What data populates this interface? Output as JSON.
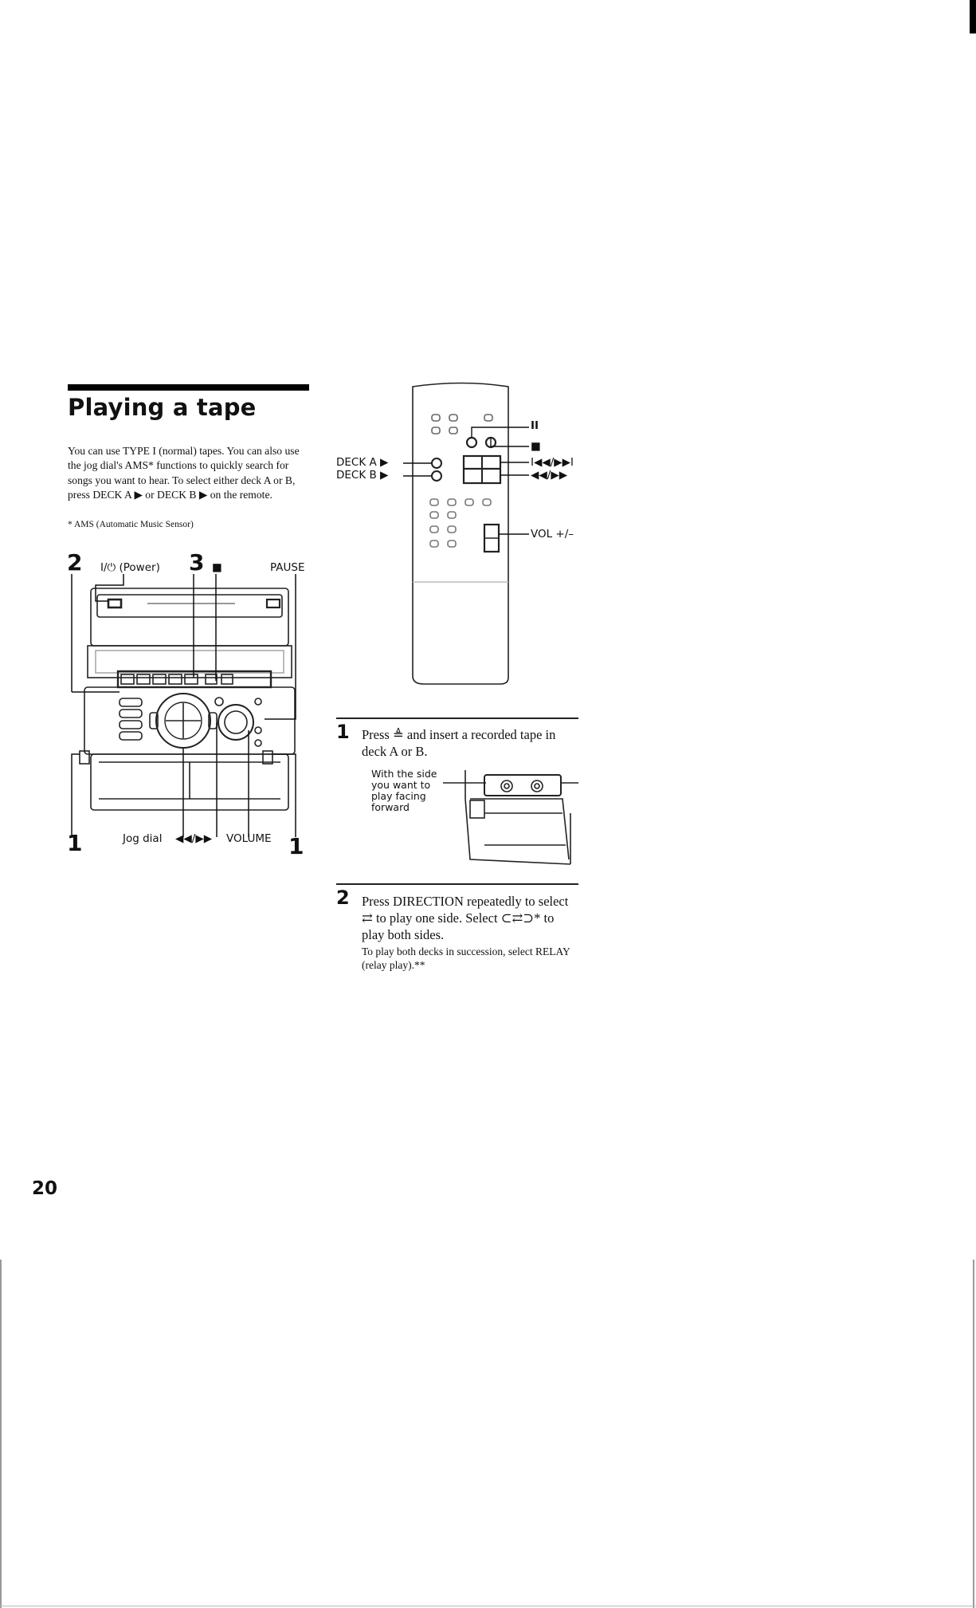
{
  "section": {
    "title": "Playing a tape",
    "intro": "You can use TYPE I (normal) tapes. You can also use the jog dial's AMS* functions to quickly search for songs you want to hear. To select either deck A or B, press DECK A ▶ or DECK B ▶ on the remote.",
    "footnote": "* AMS (Automatic Music Sensor)"
  },
  "unit_figure": {
    "top_num_left": "2",
    "power_label": "I/⏻ (Power)",
    "top_num_mid": "3",
    "stop_label": "■",
    "pause_label": "PAUSE",
    "bottom_num_left": "1",
    "jog_label": "Jog dial",
    "skip_label": "◀◀/▶▶",
    "volume_label": "VOLUME",
    "bottom_num_right": "1"
  },
  "remote_figure": {
    "deck_a": "DECK A ▶",
    "deck_b": "DECK B ▶",
    "pause": "II",
    "stop": "■",
    "prev_next": "I◀◀/▶▶I",
    "rew_ff": "◀◀/▶▶",
    "vol": "VOL +/–"
  },
  "steps": [
    {
      "num": "1",
      "text": "Press ≜ and insert a recorded tape in deck A or B.",
      "callout": "With the side you want to play facing forward"
    },
    {
      "num": "2",
      "text": "Press DIRECTION repeatedly to select ⇄ to play one side. Select ⊂⇄⊃* to play both sides.",
      "note": "To play both decks in succession, select RELAY (relay play).**"
    }
  ],
  "page_number": "20"
}
